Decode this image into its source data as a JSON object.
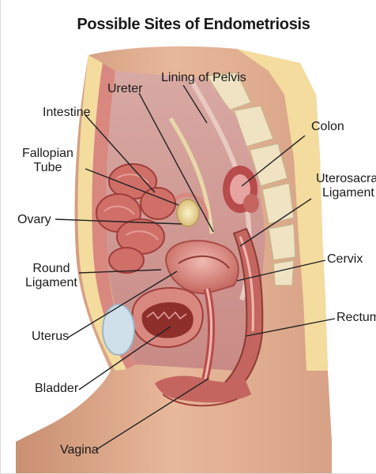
{
  "title": "Possible Sites of Endometriosis",
  "labels": {
    "lining_of_pelvis": "Lining of Pelvis",
    "ureter": "Ureter",
    "intestine": "Intestine",
    "colon": "Colon",
    "fallopian_tube": [
      "Fallopian",
      "Tube"
    ],
    "uterosacral_ligament": [
      "Uterosacral",
      "Ligament"
    ],
    "ovary": "Ovary",
    "round_ligament": [
      "Round",
      "Ligament"
    ],
    "cervix": "Cervix",
    "uterus": "Uterus",
    "rectum": "Rectum",
    "bladder": "Bladder",
    "vagina": "Vagina"
  },
  "colors": {
    "skin": "#e8b89a",
    "skin_shadow": "#c98f72",
    "fat": "#f3dc9e",
    "muscle": "#d98880",
    "tissue_pink": "#e6a3a0",
    "organ_red": "#b84b4b",
    "bone": "#efe3c4",
    "leader_line": "#222222"
  }
}
